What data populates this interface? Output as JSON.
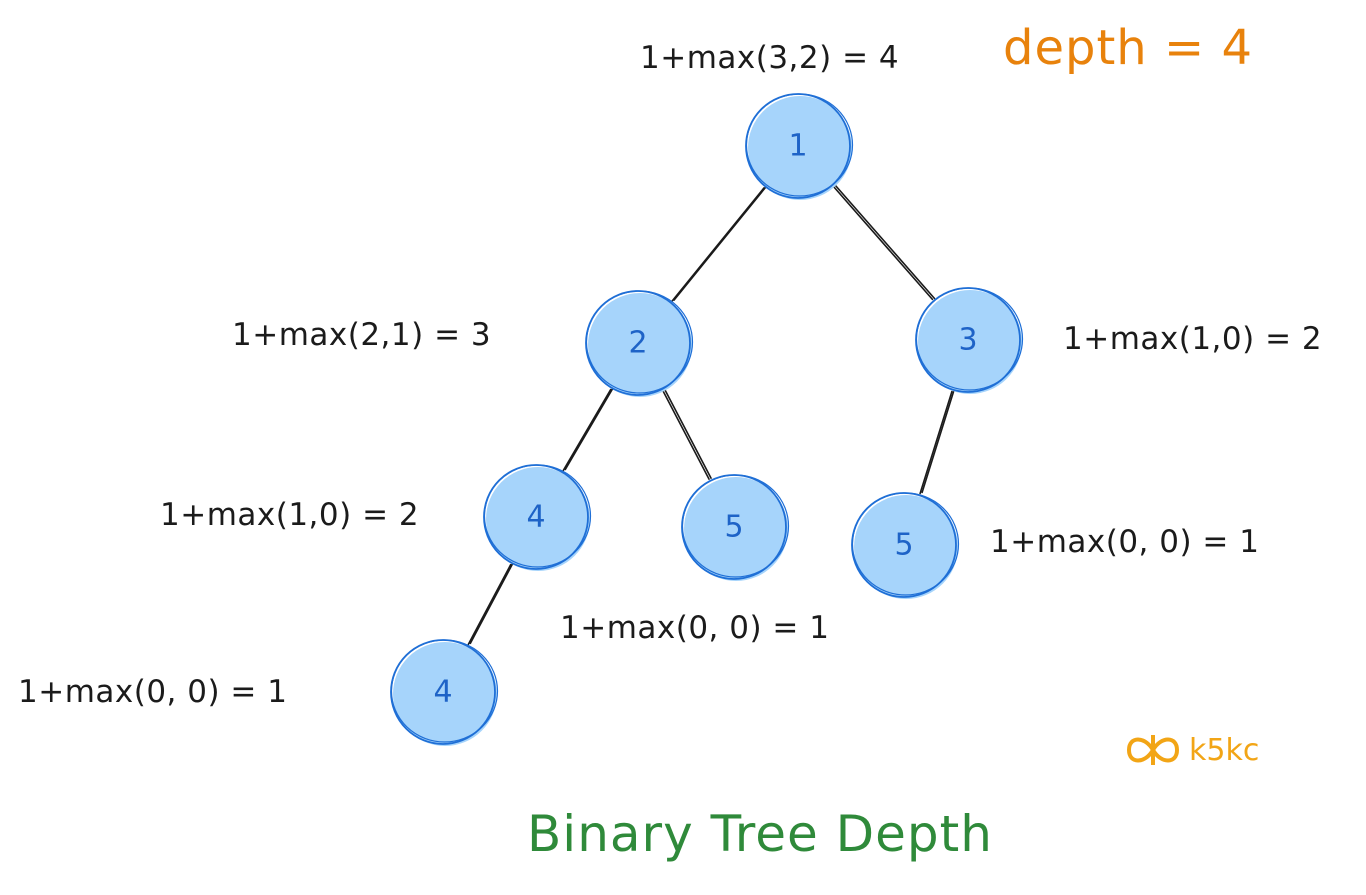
{
  "title": "depth = 4",
  "caption": "Binary Tree Depth",
  "brand": {
    "name": "k5kc",
    "logo_icon": "infinity-butterfly-icon"
  },
  "colors": {
    "node_fill": "#a6d4fb",
    "node_stroke": "#1f6fd6",
    "node_text": "#1e63c7",
    "edge": "#1b1b1b",
    "annotation": "#1b1b1b",
    "title": "#e8820c",
    "caption": "#2f8a3a",
    "brand": "#f2a516"
  },
  "nodes": [
    {
      "id": "n1",
      "label": "1",
      "annotation": "1+max(3,2) = 4"
    },
    {
      "id": "n2",
      "label": "2",
      "annotation": "1+max(2,1) = 3"
    },
    {
      "id": "n3",
      "label": "3",
      "annotation": "1+max(1,0) = 2"
    },
    {
      "id": "n4a",
      "label": "4",
      "annotation": "1+max(1,0) = 2"
    },
    {
      "id": "n5a",
      "label": "5",
      "annotation": "1+max(0, 0) = 1"
    },
    {
      "id": "n5b",
      "label": "5",
      "annotation": "1+max(0, 0) = 1"
    },
    {
      "id": "n4b",
      "label": "4",
      "annotation": "1+max(0, 0) = 1"
    }
  ],
  "edges": [
    {
      "from": "n1",
      "to": "n2"
    },
    {
      "from": "n1",
      "to": "n3"
    },
    {
      "from": "n2",
      "to": "n4a"
    },
    {
      "from": "n2",
      "to": "n5a"
    },
    {
      "from": "n3",
      "to": "n5b"
    },
    {
      "from": "n4a",
      "to": "n4b"
    }
  ]
}
